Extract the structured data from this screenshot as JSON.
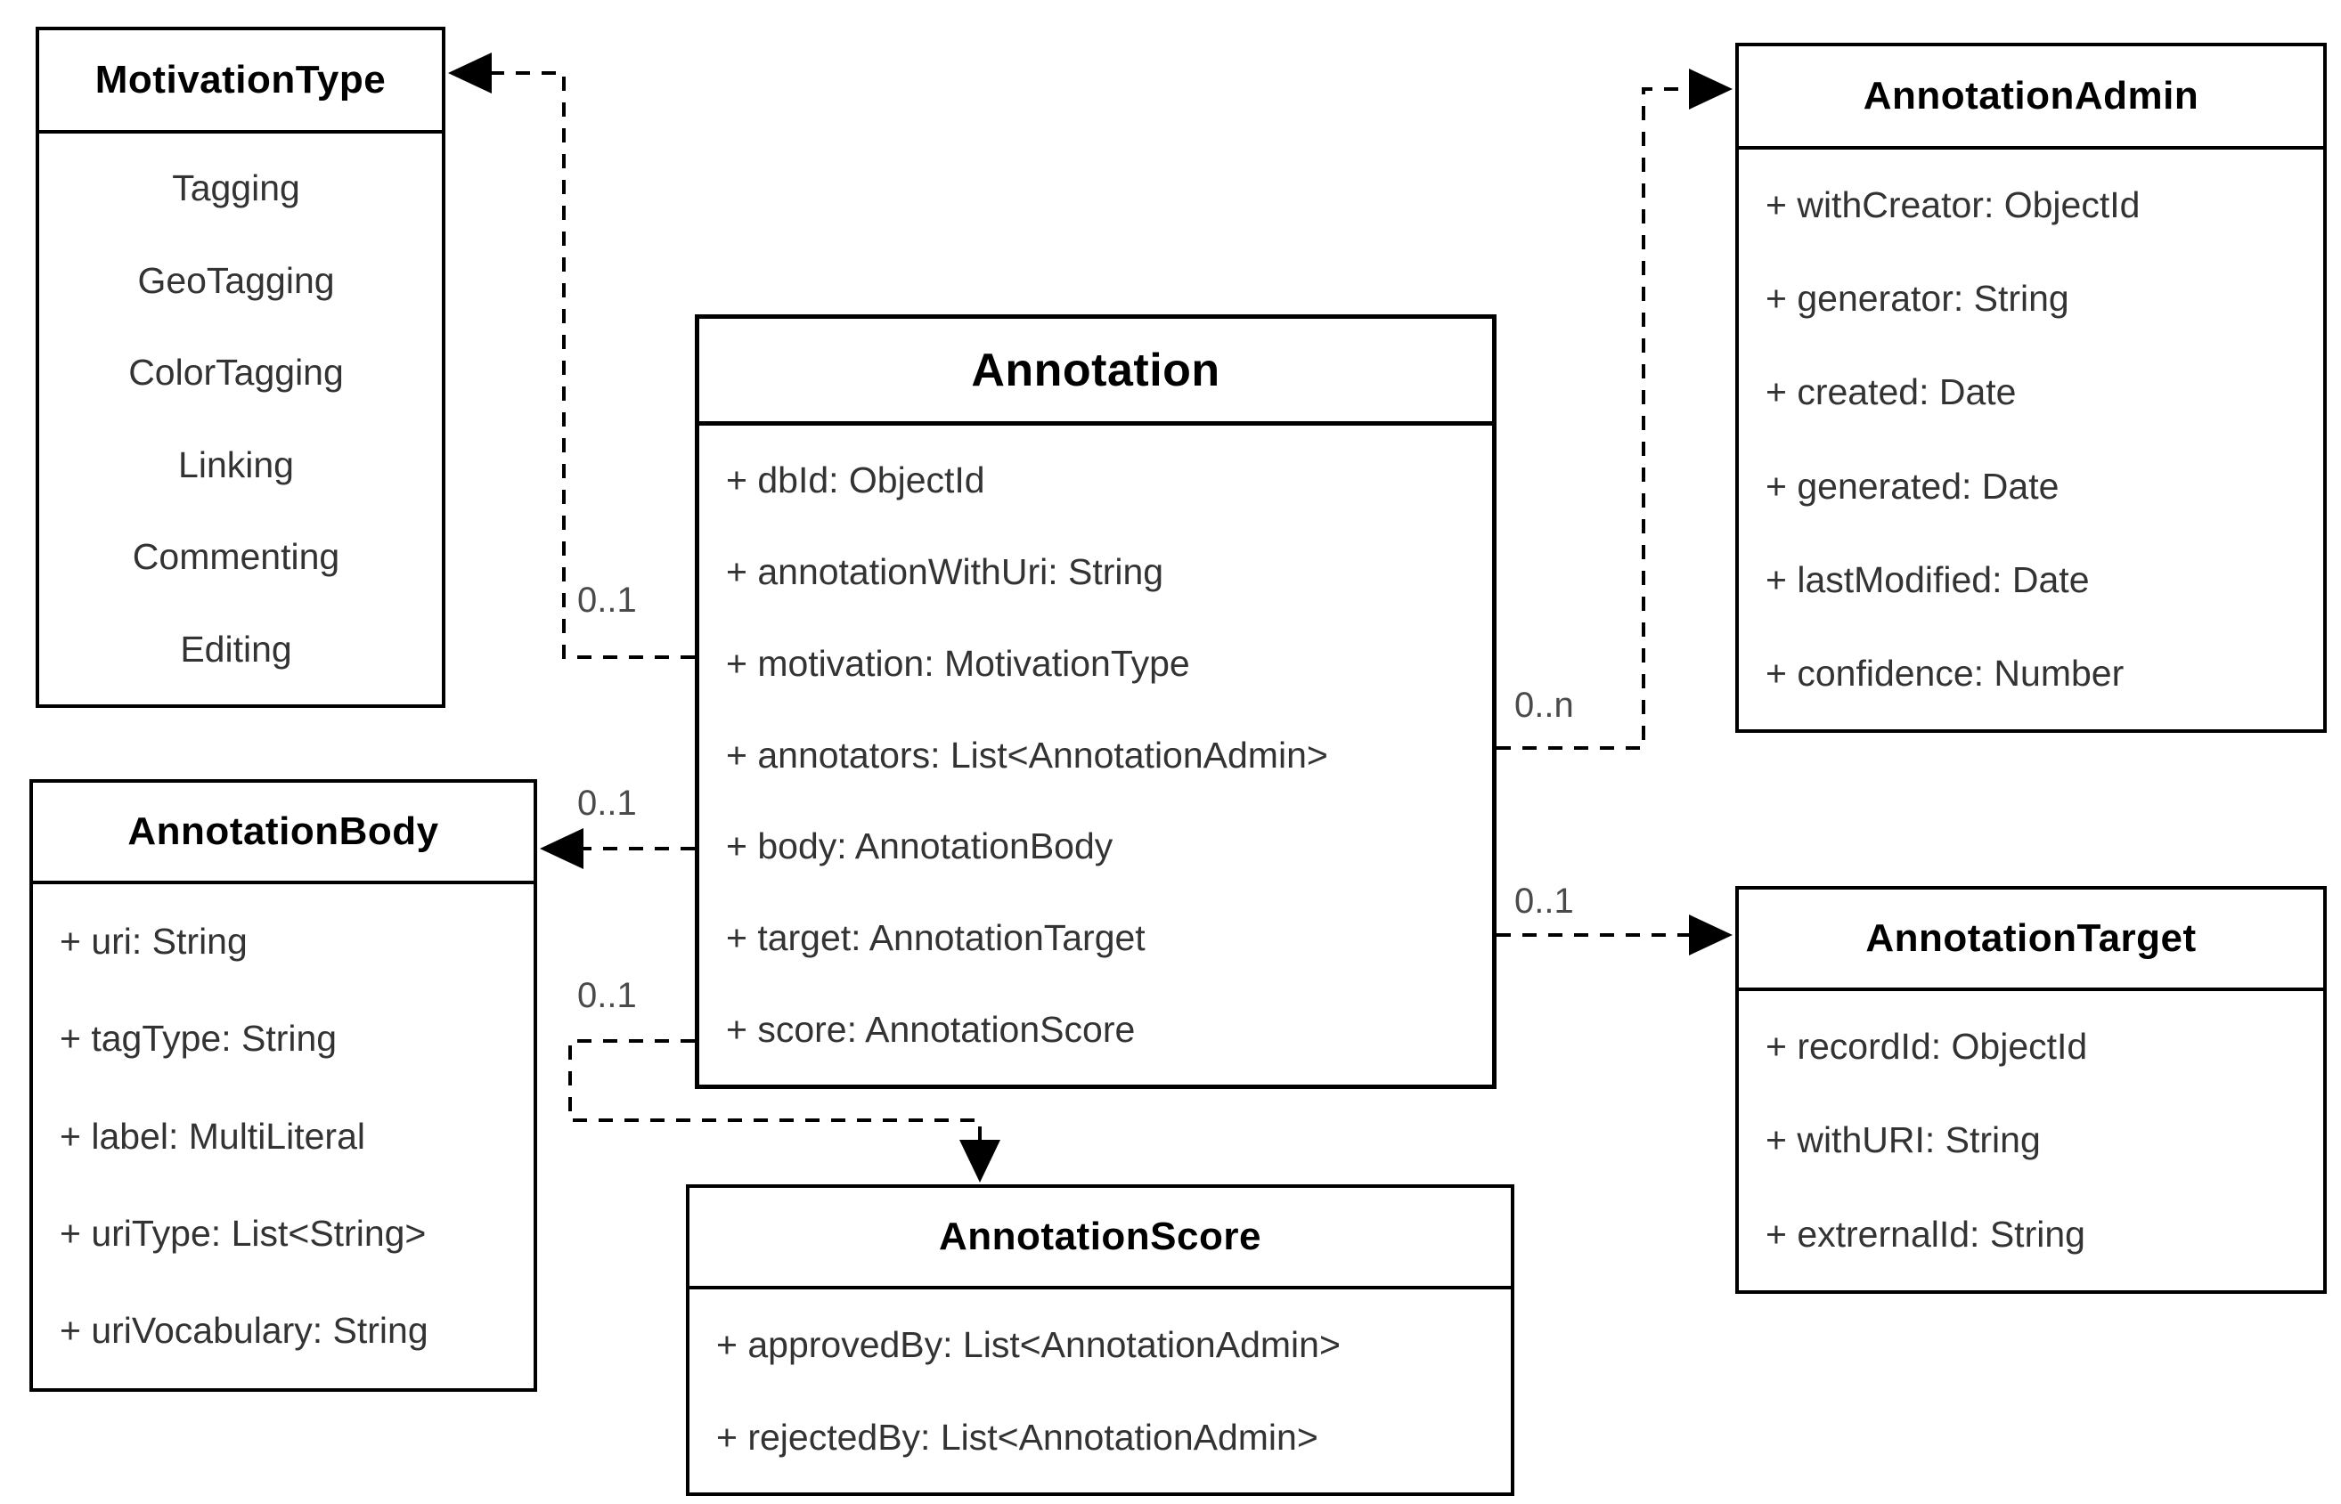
{
  "canvas": {
    "background_color": "#ffffff",
    "line_color": "#000000",
    "title_color": "#000000",
    "attribute_color": "#333333",
    "multiplicity_color": "#4a4a4a"
  },
  "classes": {
    "motivation_type": {
      "title": "MotivationType",
      "values": [
        "Tagging",
        "GeoTagging",
        "ColorTagging",
        "Linking",
        "Commenting",
        "Editing"
      ]
    },
    "annotation": {
      "title": "Annotation",
      "attributes": [
        "+ dbId: ObjectId",
        "+ annotationWithUri: String",
        "+ motivation: MotivationType",
        "+ annotators: List<AnnotationAdmin>",
        "+ body: AnnotationBody",
        "+ target: AnnotationTarget",
        "+ score: AnnotationScore"
      ]
    },
    "annotation_admin": {
      "title": "AnnotationAdmin",
      "attributes": [
        "+ withCreator: ObjectId",
        "+ generator: String",
        "+ created: Date",
        "+ generated: Date",
        "+ lastModified: Date",
        "+ confidence: Number"
      ]
    },
    "annotation_body": {
      "title": "AnnotationBody",
      "attributes": [
        "+ uri: String",
        "+ tagType: String",
        "+ label: MultiLiteral",
        "+ uriType: List<String>",
        "+ uriVocabulary: String"
      ]
    },
    "annotation_target": {
      "title": "AnnotationTarget",
      "attributes": [
        "+ recordId: ObjectId",
        "+ withURI: String",
        "+ extrernalId: String"
      ]
    },
    "annotation_score": {
      "title": "AnnotationScore",
      "attributes": [
        "+ approvedBy: List<AnnotationAdmin>",
        "+ rejectedBy: List<AnnotationAdmin>"
      ]
    }
  },
  "relations": [
    {
      "name": "annotation-motivation-to-motivationtype",
      "multiplicity": "0..1"
    },
    {
      "name": "annotation-annotators-to-annotationadmin",
      "multiplicity": "0..n"
    },
    {
      "name": "annotation-body-to-annotationbody",
      "multiplicity": "0..1"
    },
    {
      "name": "annotation-target-to-annotationtarget",
      "multiplicity": "0..1"
    },
    {
      "name": "annotation-score-to-annotationscore",
      "multiplicity": "0..1"
    }
  ]
}
